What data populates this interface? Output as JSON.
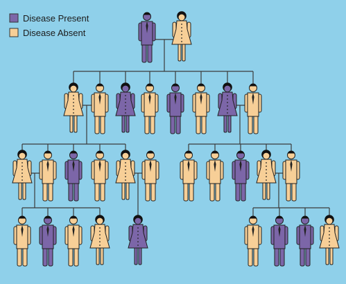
{
  "colors": {
    "background": "#8fd0ea",
    "present": "#7c66a8",
    "absent": "#f7cf97",
    "outline": "#1f1f1f",
    "hair": "#111111",
    "line": "#3a3a3a"
  },
  "legend": {
    "present_label": "Disease Present",
    "absent_label": "Disease Absent"
  },
  "pedigree": {
    "generation_1": [
      {
        "sex": "male",
        "status": "present"
      },
      {
        "sex": "female",
        "status": "absent"
      }
    ],
    "generation_2": [
      {
        "sex": "female",
        "status": "absent"
      },
      {
        "sex": "male",
        "status": "absent"
      },
      {
        "sex": "female",
        "status": "present"
      },
      {
        "sex": "male",
        "status": "absent"
      },
      {
        "sex": "male",
        "status": "present"
      },
      {
        "sex": "male",
        "status": "absent"
      },
      {
        "sex": "female",
        "status": "present"
      },
      {
        "sex": "male",
        "status": "absent"
      }
    ],
    "generation_3": [
      {
        "sex": "female",
        "status": "absent"
      },
      {
        "sex": "male",
        "status": "absent"
      },
      {
        "sex": "male",
        "status": "present"
      },
      {
        "sex": "male",
        "status": "absent"
      },
      {
        "sex": "female",
        "status": "absent"
      },
      {
        "sex": "male",
        "status": "absent"
      },
      {
        "sex": "male",
        "status": "absent"
      },
      {
        "sex": "male",
        "status": "absent"
      },
      {
        "sex": "male",
        "status": "present"
      },
      {
        "sex": "female",
        "status": "absent"
      },
      {
        "sex": "male",
        "status": "absent"
      }
    ],
    "generation_4": [
      {
        "sex": "male",
        "status": "absent"
      },
      {
        "sex": "male",
        "status": "present"
      },
      {
        "sex": "male",
        "status": "absent"
      },
      {
        "sex": "female",
        "status": "absent"
      },
      {
        "sex": "female",
        "status": "present"
      },
      {
        "sex": "male",
        "status": "absent"
      },
      {
        "sex": "male",
        "status": "present"
      },
      {
        "sex": "male",
        "status": "present"
      },
      {
        "sex": "female",
        "status": "absent"
      }
    ]
  }
}
